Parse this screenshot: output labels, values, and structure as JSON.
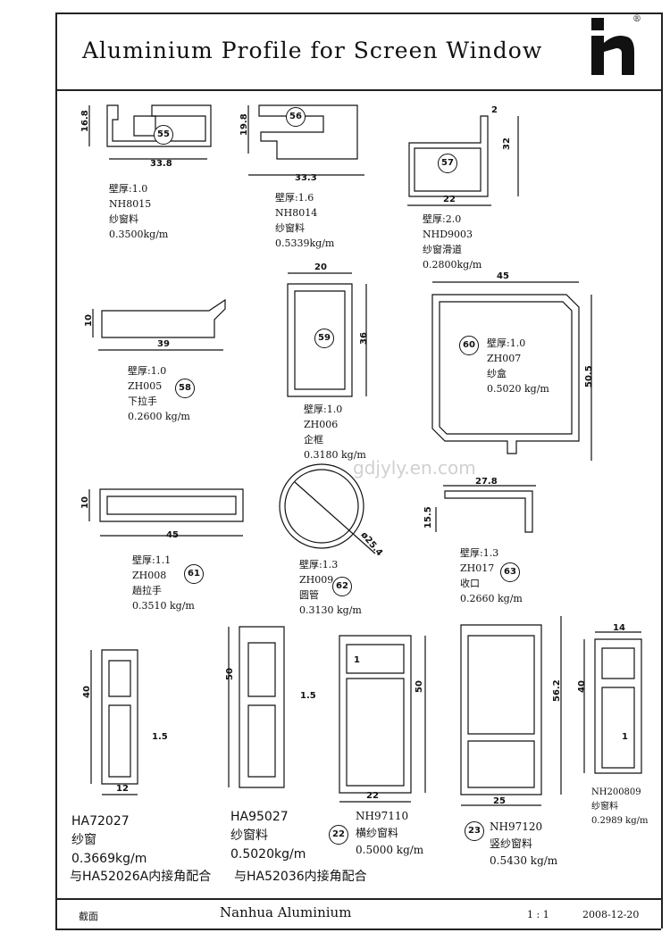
{
  "header": {
    "title": "Aluminium Profile for Screen Window",
    "logo_registered_mark": "®"
  },
  "watermark": "gdjyly.en.com",
  "profiles": [
    {
      "number": "55",
      "thickness": "壁厚:1.0",
      "code": "NH8015",
      "name": "纱窗料",
      "weight": "0.3500kg/m",
      "dims": [
        "16.8",
        "33.8"
      ]
    },
    {
      "number": "56",
      "thickness": "壁厚:1.6",
      "code": "NH8014",
      "name": "纱窗料",
      "weight": "0.5339kg/m",
      "dims": [
        "19.8",
        "33.3"
      ]
    },
    {
      "number": "57",
      "thickness": "壁厚:2.0",
      "code": "NHD9003",
      "name": "纱窗滑道",
      "weight": "0.2800kg/m",
      "dims": [
        "2",
        "32",
        "22"
      ]
    },
    {
      "number": "58",
      "thickness": "壁厚:1.0",
      "code": "ZH005",
      "name": "下拉手",
      "weight": "0.2600 kg/m",
      "dims": [
        "10",
        "39"
      ]
    },
    {
      "number": "59",
      "thickness": "壁厚:1.0",
      "code": "ZH006",
      "name": "企框",
      "weight": "0.3180 kg/m",
      "dims": [
        "20",
        "36"
      ]
    },
    {
      "number": "60",
      "thickness": "壁厚:1.0",
      "code": "ZH007",
      "name": "纱盒",
      "weight": "0.5020 kg/m",
      "dims": [
        "45",
        "50.5"
      ]
    },
    {
      "number": "61",
      "thickness": "壁厚:1.1",
      "code": "ZH008",
      "name": "趟拉手",
      "weight": "0.3510 kg/m",
      "dims": [
        "10",
        "45"
      ]
    },
    {
      "number": "62",
      "thickness": "壁厚:1.3",
      "code": "ZH009",
      "name": "圆管",
      "weight": "0.3130 kg/m",
      "dims": [
        "ø25.4"
      ]
    },
    {
      "number": "63",
      "thickness": "壁厚:1.3",
      "code": "ZH017",
      "name": "收口",
      "weight": "0.2660 kg/m",
      "dims": [
        "27.8",
        "15.5"
      ]
    }
  ],
  "bottom_profiles": [
    {
      "code": "HA72027",
      "name": "纱窗",
      "weight": "0.3669kg/m",
      "note": "与HA52026A内接角配合",
      "dims": [
        "40",
        "12",
        "1.5"
      ]
    },
    {
      "code": "HA95027",
      "name": "纱窗料",
      "weight": "0.5020kg/m",
      "note": "与HA52036内接角配合",
      "dims": [
        "50",
        "1.5"
      ]
    },
    {
      "number": "22",
      "code": "NH97110",
      "name": "横纱窗料",
      "weight": "0.5000 kg/m",
      "dims": [
        "50",
        "22",
        "1"
      ]
    },
    {
      "number": "23",
      "code": "NH97120",
      "name": "竖纱窗料",
      "weight": "0.5430 kg/m",
      "dims": [
        "56.2",
        "25"
      ]
    },
    {
      "code": "NH200809",
      "name": "纱窗料",
      "weight": "0.2989 kg/m",
      "dims": [
        "14",
        "40",
        "1"
      ]
    }
  ],
  "footer": {
    "section_label": "截面",
    "company": "Nanhua Aluminium",
    "scale": "1 : 1",
    "date": "2008-12-20"
  }
}
